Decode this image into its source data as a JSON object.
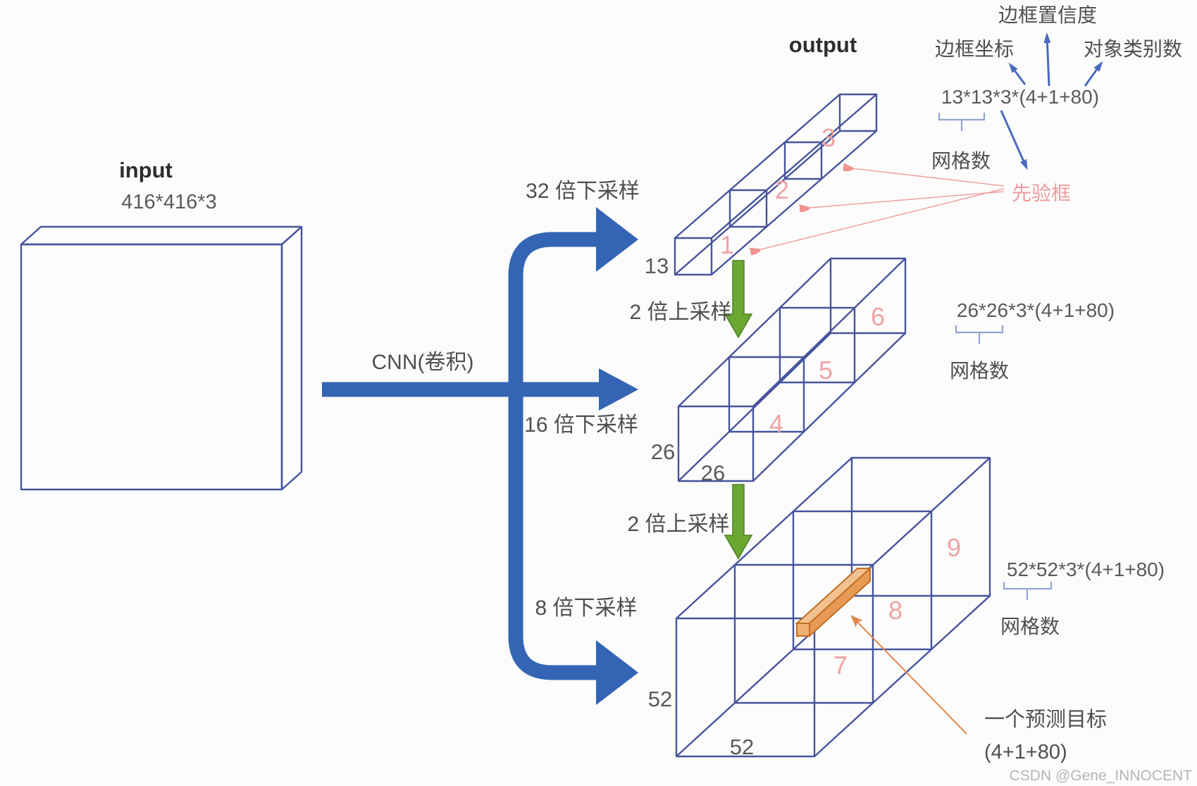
{
  "title": "YOLOv3 multi-scale prediction diagram",
  "input": {
    "label": "input",
    "dims": "416*416*3"
  },
  "output_label": "output",
  "cnn_label": "CNN(卷积)",
  "flow": {
    "ds32": "32 倍下采样",
    "ds16": "16 倍下采样",
    "ds8": "8 倍下采样",
    "us2_top": "2 倍上采样",
    "us2_bottom": "2 倍上采样"
  },
  "annotations": {
    "bbox_coord": "边框坐标",
    "bbox_confidence": "边框置信度",
    "object_classes": "对象类别数",
    "prior_box": "先验框",
    "prediction_target_line1": "一个预测目标",
    "prediction_target_line2": "(4+1+80)"
  },
  "scales": [
    {
      "size_left": "13",
      "formula": "13*13*3*(4+1+80)",
      "grid_label": "网格数",
      "cells": [
        "1",
        "2",
        "3"
      ]
    },
    {
      "size_left": "26",
      "size_bottom": "26",
      "formula": "26*26*3*(4+1+80)",
      "grid_label": "网格数",
      "cells": [
        "4",
        "5",
        "6"
      ]
    },
    {
      "size_left": "52",
      "size_bottom": "52",
      "formula": "52*52*3*(4+1+80)",
      "grid_label": "网格数",
      "cells": [
        "7",
        "8",
        "9"
      ]
    }
  ],
  "watermark": "CSDN @Gene_INNOCENT",
  "colors": {
    "wireframe": "#46549c",
    "big_arrow_blue": "#3465b4",
    "upsample_green": "#6aa832",
    "prior_pink": "#f0a3a3",
    "annotation_blue": "#4a6abf",
    "prediction_orange": "#e0874a",
    "background": "#fcfcfc"
  }
}
